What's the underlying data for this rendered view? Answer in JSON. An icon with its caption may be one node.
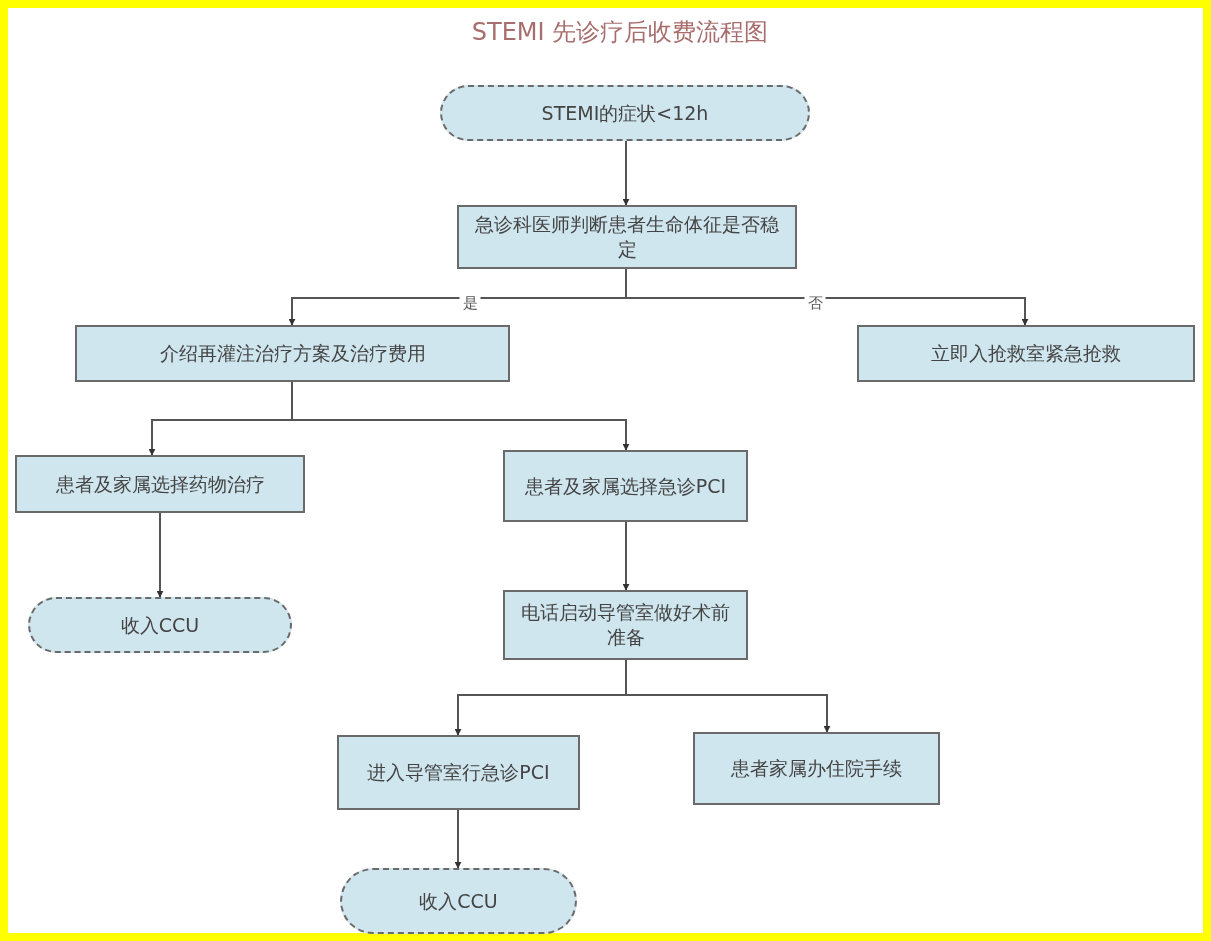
{
  "diagram": {
    "title": "STEMI 先诊疗后收费流程图",
    "nodes": [
      {
        "text": [
          "STEMI的症状<12h"
        ]
      },
      {
        "text": [
          "急诊科医师判断患者生命体征是否稳定"
        ]
      },
      {
        "text": [
          "介绍再灌注治疗方案及治疗费用"
        ]
      },
      {
        "text": [
          "立即入抢救室紧急抢救"
        ]
      },
      {
        "text": [
          "患者及家属选择药物治疗"
        ]
      },
      {
        "text": [
          "患者及家属选择急诊PCI"
        ]
      },
      {
        "text": [
          "收入CCU"
        ]
      },
      {
        "text": [
          "电话启动导管室做好术前准备"
        ]
      },
      {
        "text": [
          "进入导管室行急诊PCI"
        ]
      },
      {
        "text": [
          "患者家属办住院手续"
        ]
      },
      {
        "text": [
          "收入CCU"
        ]
      }
    ],
    "edges": [
      {
        "from": 0,
        "to": 1,
        "arrow": "to"
      },
      {
        "from": 1,
        "to": 2,
        "arrow": "to",
        "label": "是"
      },
      {
        "from": 1,
        "to": 3,
        "arrow": "to",
        "label": "否"
      },
      {
        "from": 2,
        "to": 4,
        "arrow": "to"
      },
      {
        "from": 2,
        "to": 5,
        "arrow": "to"
      },
      {
        "from": 4,
        "to": 6,
        "arrow": "to"
      },
      {
        "from": 5,
        "to": 7,
        "arrow": "to"
      },
      {
        "from": 7,
        "to": 8,
        "arrow": "to"
      },
      {
        "from": 7,
        "to": 9,
        "arrow": "to"
      },
      {
        "from": 8,
        "to": 10,
        "arrow": "to"
      }
    ]
  }
}
